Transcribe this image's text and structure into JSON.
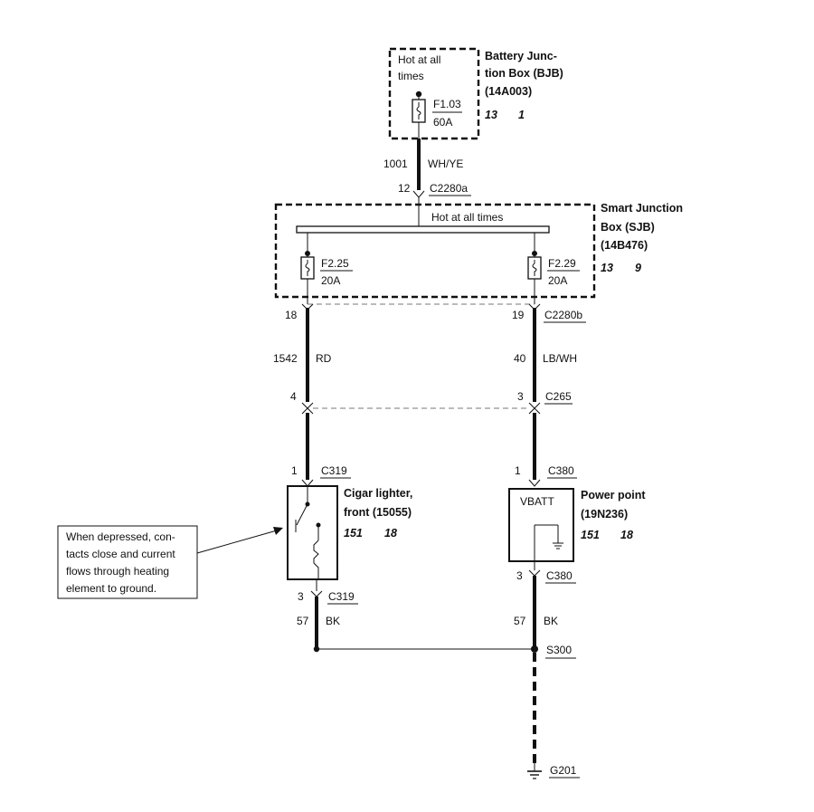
{
  "bjb": {
    "hot_line1": "Hot at all",
    "hot_line2": "times",
    "fuse_id": "F1.03",
    "fuse_rating": "60A",
    "name_line1": "Battery Junc-",
    "name_line2": "tion Box (BJB)",
    "part": "(14A003)",
    "ref_a": "13",
    "ref_b": "1"
  },
  "feed": {
    "circuit": "1001",
    "color": "WH/YE",
    "pin": "12",
    "connector": "C2280a"
  },
  "sjb": {
    "bus_label": "Hot at all times",
    "name_line1": "Smart Junction",
    "name_line2": "Box (SJB)",
    "part": "(14B476)",
    "ref_a": "13",
    "ref_b": "9",
    "fuse_left_id": "F2.25",
    "fuse_left_rating": "20A",
    "fuse_right_id": "F2.29",
    "fuse_right_rating": "20A"
  },
  "left_branch": {
    "pin_top": "18",
    "circuit": "1542",
    "color": "RD",
    "pin_c265": "4"
  },
  "right_branch": {
    "pin_top": "19",
    "connector_top": "C2280b",
    "circuit": "40",
    "color": "LB/WH",
    "pin_c265": "3",
    "connector_c265": "C265"
  },
  "lighter": {
    "pin_in": "1",
    "connector_in": "C319",
    "name_line1": "Cigar lighter,",
    "name_line2": "front (15055)",
    "ref_a": "151",
    "ref_b": "18",
    "pin_out": "3",
    "connector_out": "C319",
    "gnd_circuit": "57",
    "gnd_color": "BK"
  },
  "powerpoint": {
    "pin_in": "1",
    "connector_in": "C380",
    "inner_label": "VBATT",
    "name_line1": "Power point",
    "name_line2": "(19N236)",
    "ref_a": "151",
    "ref_b": "18",
    "pin_out": "3",
    "connector_out": "C380",
    "gnd_circuit": "57",
    "gnd_color": "BK"
  },
  "splice": "S300",
  "ground": "G201",
  "note": {
    "line1": "When depressed, con-",
    "line2": "tacts close and current",
    "line3": "flows through heating",
    "line4": "element to ground."
  }
}
